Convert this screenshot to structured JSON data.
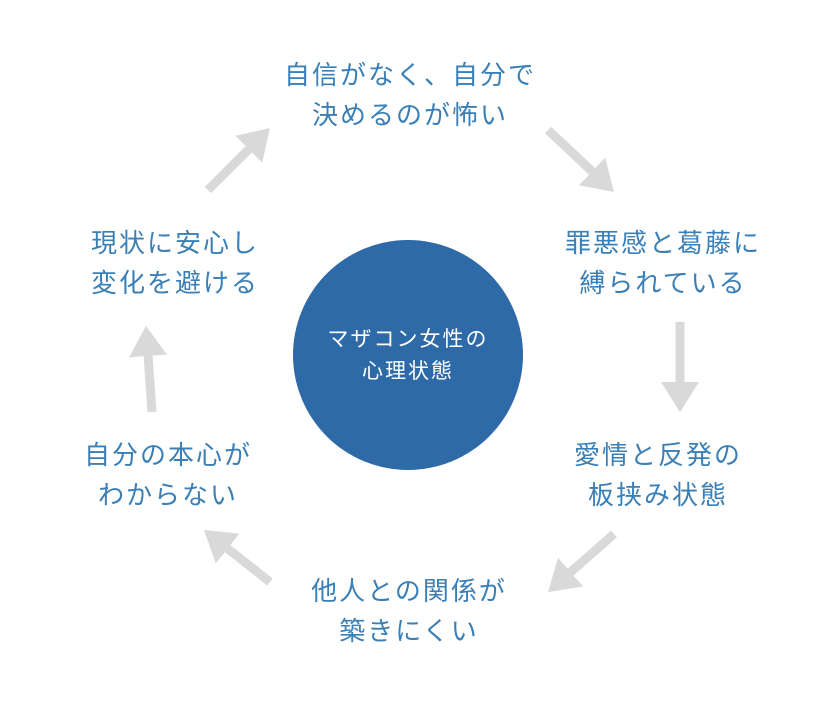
{
  "colors": {
    "text_blue": "#3a7fb6",
    "circle_blue": "#2e6aa8",
    "arrow_gray": "#d9d9d9",
    "center_text": "#ffffff",
    "background": "#ffffff"
  },
  "center": {
    "line1": "マザコン女性の",
    "line2": "心理状態"
  },
  "nodes": [
    {
      "line1": "自信がなく、自分で",
      "line2": "決めるのが怖い"
    },
    {
      "line1": "罪悪感と葛藤に",
      "line2": "縛られている"
    },
    {
      "line1": "愛情と反発の",
      "line2": "板挟み状態"
    },
    {
      "line1": "他人との関係が",
      "line2": "築きにくい"
    },
    {
      "line1": "自分の本心が",
      "line2": "わからない"
    },
    {
      "line1": "現状に安心し",
      "line2": "変化を避ける"
    }
  ],
  "arrows": [
    {
      "direction": "down-right"
    },
    {
      "direction": "down"
    },
    {
      "direction": "down-left"
    },
    {
      "direction": "up-left"
    },
    {
      "direction": "up"
    },
    {
      "direction": "up-right"
    }
  ]
}
